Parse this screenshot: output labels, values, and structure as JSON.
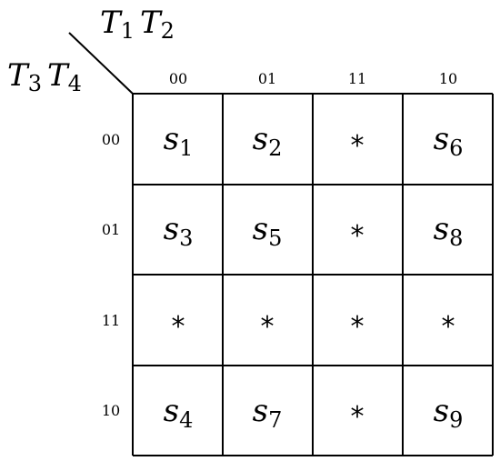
{
  "corner": {
    "column_variables": [
      {
        "letter": "T",
        "subscript": "1"
      },
      {
        "letter": "T",
        "subscript": "2"
      }
    ],
    "row_variables": [
      {
        "letter": "T",
        "subscript": "3"
      },
      {
        "letter": "T",
        "subscript": "4"
      }
    ]
  },
  "column_headers": [
    "00",
    "01",
    "11",
    "10"
  ],
  "row_headers": [
    "00",
    "01",
    "11",
    "10"
  ],
  "cells": [
    [
      {
        "letter": "s",
        "subscript": "1"
      },
      {
        "letter": "s",
        "subscript": "2"
      },
      {
        "star": "*"
      },
      {
        "letter": "s",
        "subscript": "6"
      }
    ],
    [
      {
        "letter": "s",
        "subscript": "3"
      },
      {
        "letter": "s",
        "subscript": "5"
      },
      {
        "star": "*"
      },
      {
        "letter": "s",
        "subscript": "8"
      }
    ],
    [
      {
        "star": "*"
      },
      {
        "star": "*"
      },
      {
        "star": "*"
      },
      {
        "star": "*"
      }
    ],
    [
      {
        "letter": "s",
        "subscript": "4"
      },
      {
        "letter": "s",
        "subscript": "7"
      },
      {
        "star": "*"
      },
      {
        "letter": "s",
        "subscript": "9"
      }
    ]
  ]
}
